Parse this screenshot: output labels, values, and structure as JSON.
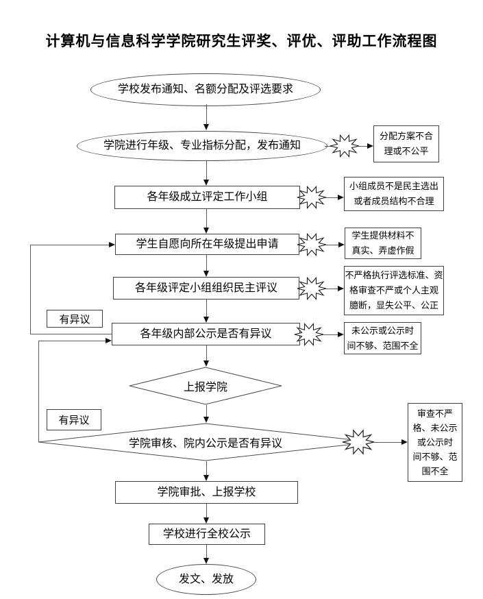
{
  "title": "计算机与信息科学学院研究生评奖、评优、评助工作流程图",
  "flow": {
    "start": "学校发布通知、名额分配及评选要求",
    "allocate": "学院进行年级、专业指标分配，发布通知",
    "workgroup": "各年级成立评定工作小组",
    "apply": "学生自愿向所在年级提出申请",
    "review": "各年级评定小组组织民主评议",
    "grade_publicity": "各年级内部公示是否有异议",
    "report": "上报学院",
    "college_review": "学院审核、院内公示是否有异议",
    "approve": "学院审批、上报学校",
    "school_publicity": "学校进行全校公示",
    "end": "发文、发放"
  },
  "objection_labels": {
    "grade": "有异议",
    "college": "有异议"
  },
  "issues": {
    "allocation": "分配方案不合\n理或不公平",
    "workgroup": "小组成员不是民主选出\n或者成员结构不合理",
    "materials": "学生提供材料不\n真实、弄虚作假",
    "standards": "不严格执行评选标准、资\n格审查不严或个人主观\n臆断，显失公平、公正",
    "publicity": "未公示或公示时\n间不够、范围不全",
    "college_review": "审查不严\n格、未公示\n或公示时\n间不够、范\n围不全"
  }
}
